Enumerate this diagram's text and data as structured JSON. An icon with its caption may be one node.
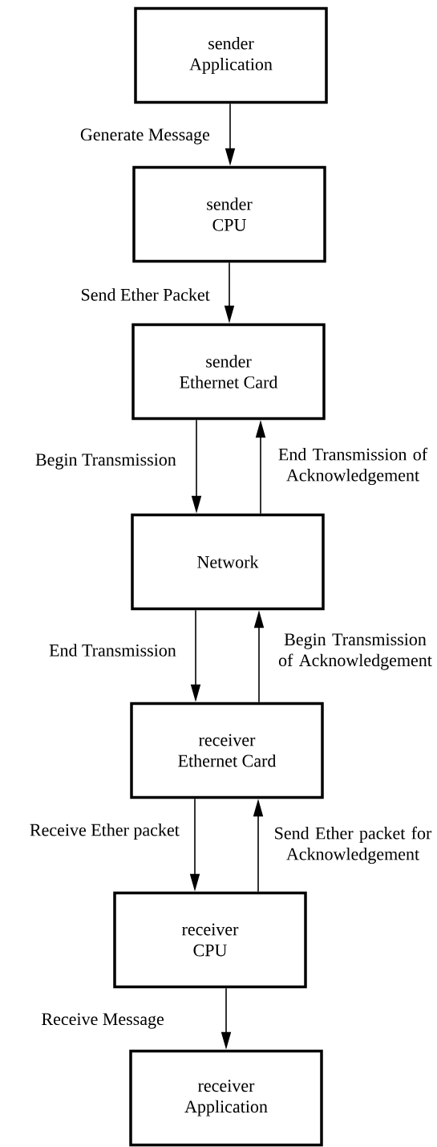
{
  "diagram": {
    "nodes": [
      {
        "text": [
          "sender",
          "Application"
        ]
      },
      {
        "text": [
          "sender",
          "CPU"
        ]
      },
      {
        "text": [
          "sender",
          "Ethernet Card"
        ]
      },
      {
        "text": [
          "Network"
        ]
      },
      {
        "text": [
          "receiver",
          "Ethernet Card"
        ]
      },
      {
        "text": [
          "receiver",
          "CPU"
        ]
      },
      {
        "text": [
          "receiver",
          "Application"
        ]
      }
    ],
    "edges": [
      {
        "from": 0,
        "to": 1,
        "arrow": "to",
        "label": "Generate Message"
      },
      {
        "from": 1,
        "to": 2,
        "arrow": "to",
        "label": "Send Ether Packet"
      },
      {
        "from": 2,
        "to": 3,
        "arrow": "to",
        "label": "Begin Transmission"
      },
      {
        "from": 3,
        "to": 2,
        "arrow": "to",
        "label": "End Transmission of Acknowledgement"
      },
      {
        "from": 3,
        "to": 4,
        "arrow": "to",
        "label": "End Transmission"
      },
      {
        "from": 4,
        "to": 3,
        "arrow": "to",
        "label": "Begin Transmission of Acknowledgement"
      },
      {
        "from": 4,
        "to": 5,
        "arrow": "to",
        "label": "Receive Ether packet"
      },
      {
        "from": 5,
        "to": 4,
        "arrow": "to",
        "label": "Send Ether packet for Acknowledgement"
      },
      {
        "from": 5,
        "to": 6,
        "arrow": "to",
        "label": "Receive Message"
      }
    ]
  }
}
